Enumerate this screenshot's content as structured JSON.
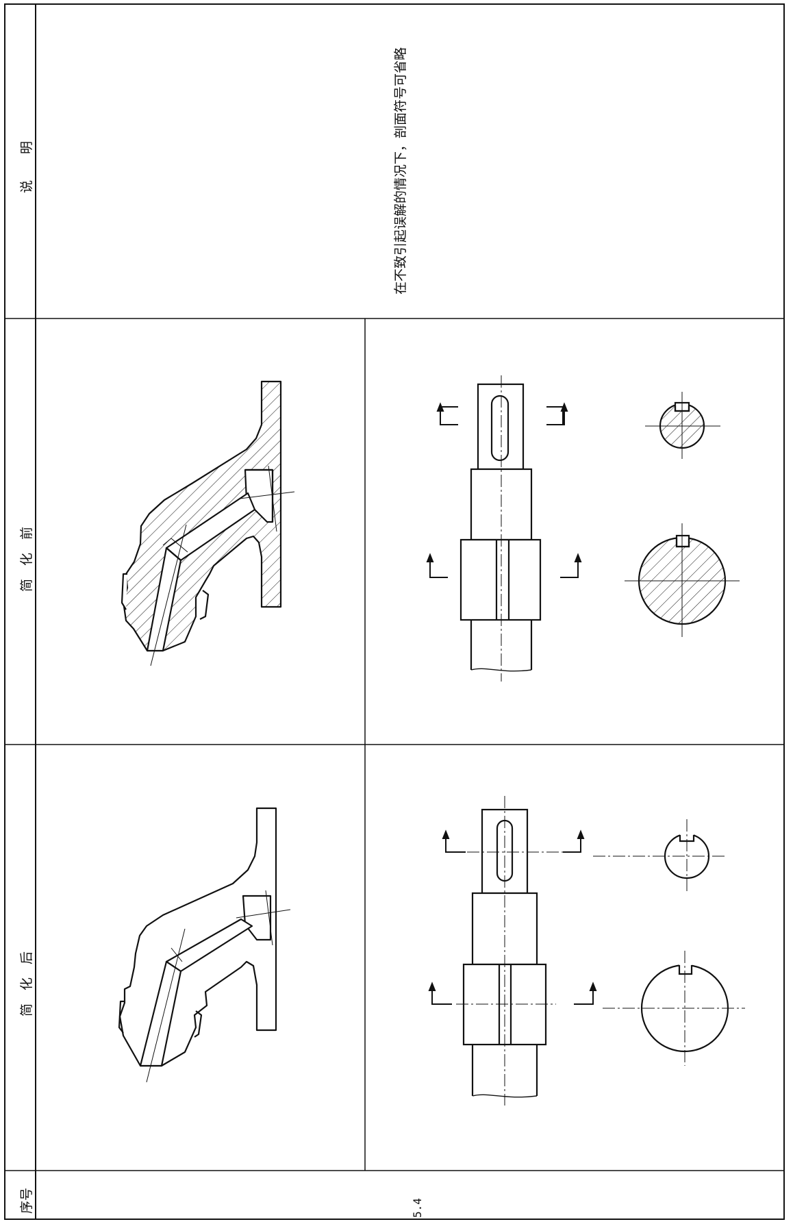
{
  "table": {
    "headers": {
      "description": "说　　明",
      "before": "简　化　前",
      "after": "简　化　后",
      "seq": "序号"
    },
    "row": {
      "seq": "5.4",
      "description": "在不致引起误解的情况下，剖面符号可省略"
    }
  },
  "drawings": {
    "before": [
      "bracket-section-hatched",
      "shaft-with-keyway-hatched-sections"
    ],
    "after": [
      "bracket-section-unhatched",
      "shaft-with-keyway-unhatched-sections"
    ]
  },
  "colors": {
    "line": "#111111",
    "background": "#ffffff"
  }
}
